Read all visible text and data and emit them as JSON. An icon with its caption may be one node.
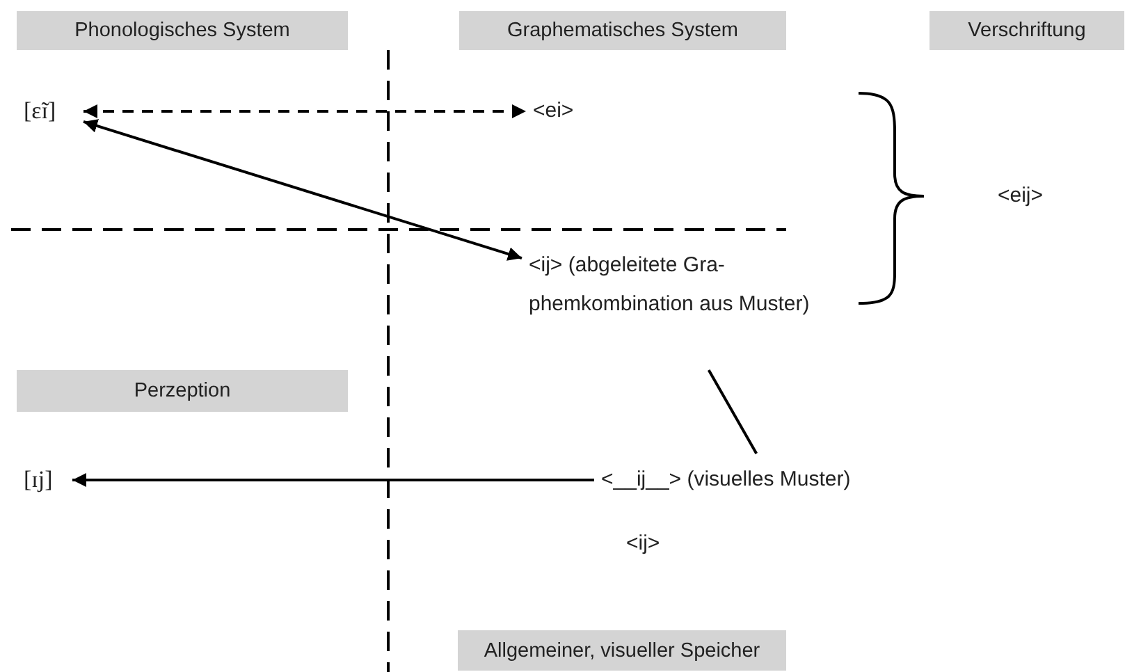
{
  "diagram": {
    "nodes": [
      {
        "text": [
          "Phonologisches System"
        ]
      },
      {
        "text": [
          "Graphematisches System"
        ]
      },
      {
        "text": [
          "Verschriftung"
        ]
      },
      {
        "text": [
          "[ɛ̃ɪ]"
        ]
      },
      {
        "text": [
          "<ei>"
        ]
      },
      {
        "text": [
          "<ij> (abgeleitete Gra- phemkombination aus Muster)"
        ]
      },
      {
        "text": [
          "<eij>"
        ]
      },
      {
        "text": [
          "Perzeption"
        ]
      },
      {
        "text": [
          "[ɪj]"
        ]
      },
      {
        "text": [
          "<__ij__> (visuelles Muster)"
        ]
      },
      {
        "text": [
          "<ij>"
        ]
      },
      {
        "text": [
          "Allgemeiner, visueller Speicher"
        ]
      }
    ],
    "edges": [
      {
        "from": 3,
        "to": 4,
        "arrow": "both",
        "style": "dashed"
      },
      {
        "from": 5,
        "to": 3,
        "arrow": "both"
      },
      {
        "from": 5,
        "to": 9,
        "arrow": "none"
      },
      {
        "from": 9,
        "to": 8,
        "arrow": "to"
      }
    ]
  }
}
